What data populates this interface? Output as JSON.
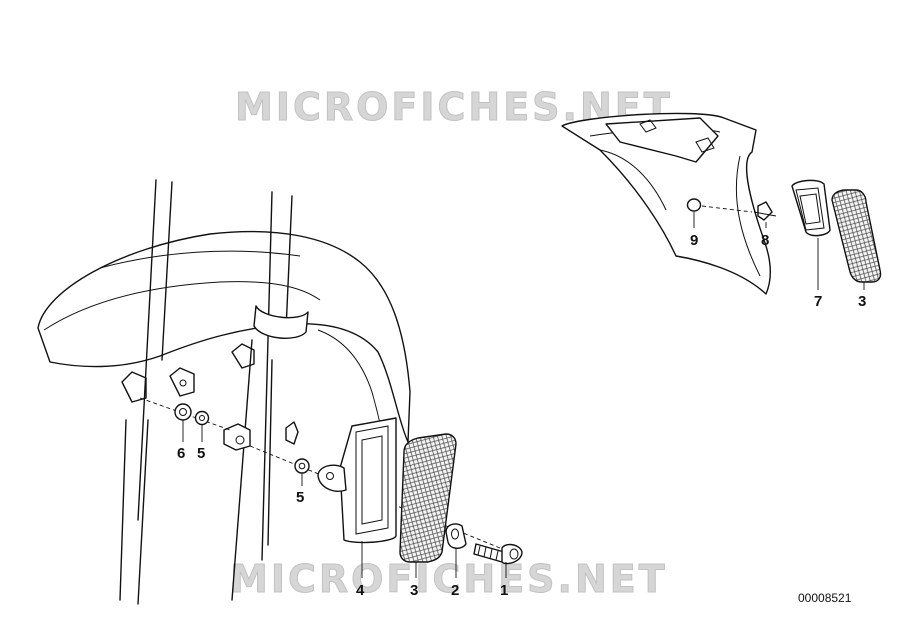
{
  "watermarks": [
    "MICROFICHES.NET",
    "MICROFICHES.NET"
  ],
  "diagram_code": "00008521",
  "callouts": [
    "1",
    "2",
    "3",
    "4",
    "5",
    "6",
    "5",
    "3",
    "7",
    "8",
    "9"
  ],
  "colors": {
    "line": "#111111",
    "watermark": "#d6d6d6",
    "background": "#ffffff"
  }
}
